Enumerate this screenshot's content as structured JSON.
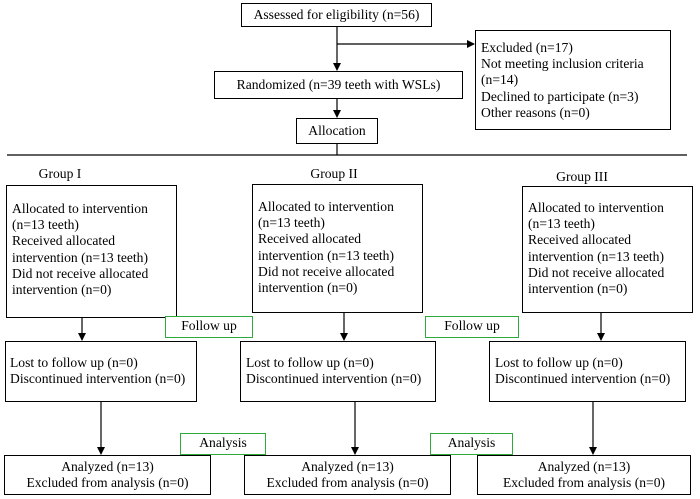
{
  "assessed": "Assessed for eligibility (n=56)",
  "excluded": [
    "Excluded (n=17)",
    "Not meeting inclusion criteria",
    "(n=14)",
    "Declined to participate (n=3)",
    "Other reasons (n=0)"
  ],
  "randomized": "Randomized (n=39 teeth with WSLs)",
  "allocation": "Allocation",
  "groups": [
    {
      "name": "Group I",
      "alloc": [
        "Allocated to intervention",
        "(n=13 teeth)",
        "Received allocated",
        "intervention (n=13 teeth)",
        "Did not receive allocated",
        "intervention (n=0)"
      ],
      "follow": [
        "Lost to follow up (n=0)",
        "Discontinued intervention (n=0)"
      ],
      "analyzed": [
        "Analyzed (n=13)",
        "Excluded from analysis (n=0)"
      ]
    },
    {
      "name": "Group II",
      "alloc": [
        "Allocated to intervention",
        "(n=13 teeth)",
        "Received allocated",
        "intervention (n=13 teeth)",
        "Did not receive allocated",
        "intervention (n=0)"
      ],
      "follow": [
        "Lost to follow up (n=0)",
        "Discontinued intervention (n=0)"
      ],
      "analyzed": [
        "Analyzed (n=13)",
        "Excluded from analysis (n=0)"
      ]
    },
    {
      "name": "Group III",
      "alloc": [
        "Allocated to intervention",
        "(n=13 teeth)",
        "Received allocated",
        "intervention (n=13 teeth)",
        "Did not receive allocated",
        "intervention (n=0)"
      ],
      "follow": [
        "Lost to follow up (n=0)",
        "Discontinued intervention (n=0)"
      ],
      "analyzed": [
        "Analyzed (n=13)",
        "Excluded from analysis (n=0)"
      ]
    }
  ],
  "follow_up_label": "Follow up",
  "analysis_label": "Analysis",
  "colors": {
    "line": "#000000",
    "stage_border": "#2eaa3c"
  }
}
